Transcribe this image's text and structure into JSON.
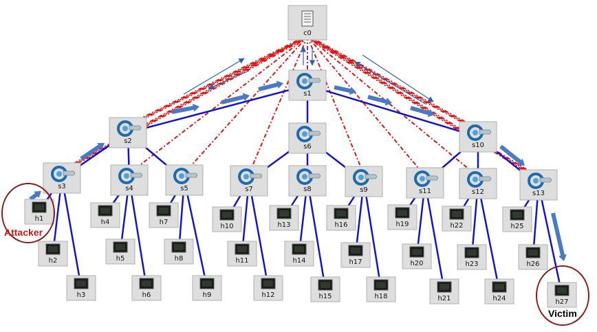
{
  "colors": {
    "data_link": "#1414cc",
    "control_link": "#e01414",
    "flow_arrow": "#4a7ac4",
    "thin_arrow": "#3060b0",
    "annotation": "#c01818",
    "circle": "#8b1a1a",
    "node_bg": "#dedede",
    "node_border": "#b0b0b0",
    "purple_link": "#a020a0"
  },
  "controller": {
    "label": "c0",
    "icon": "server-icon"
  },
  "switches": [
    "s1",
    "s2",
    "s3",
    "s4",
    "s5",
    "s6",
    "s7",
    "s8",
    "s9",
    "s10",
    "s11",
    "s12",
    "s13"
  ],
  "hosts": [
    "h1",
    "h2",
    "h3",
    "h4",
    "h5",
    "h6",
    "h7",
    "h8",
    "h9",
    "h10",
    "h11",
    "h12",
    "h13",
    "h14",
    "h15",
    "h16",
    "h17",
    "h18",
    "h19",
    "h20",
    "h21",
    "h22",
    "h23",
    "h24",
    "h25",
    "h26",
    "h27"
  ],
  "annotations": {
    "attacker": "Attacker",
    "victim": "Victim"
  }
}
